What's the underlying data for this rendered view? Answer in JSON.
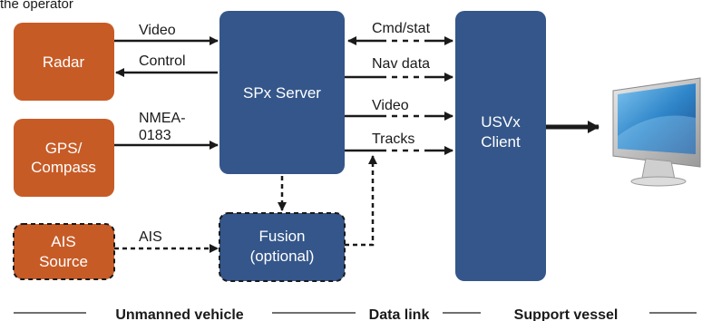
{
  "top_caption": "the operator",
  "nodes": {
    "radar": "Radar",
    "gps_line1": "GPS/",
    "gps_line2": "Compass",
    "ais_line1": "AIS",
    "ais_line2": "Source",
    "server": "SPx Server",
    "fusion_line1": "Fusion",
    "fusion_line2": "(optional)",
    "client_line1": "USVx",
    "client_line2": "Client"
  },
  "edge_labels": {
    "video_in": "Video",
    "control": "Control",
    "nmea_line1": "NMEA-",
    "nmea_line2": "0183",
    "ais": "AIS",
    "cmd_stat": "Cmd/stat",
    "nav_data": "Nav data",
    "video_out": "Video",
    "tracks": "Tracks"
  },
  "zones": {
    "unmanned": "Unmanned vehicle",
    "data_link": "Data link",
    "support": "Support vessel"
  },
  "icons": {
    "monitor": "monitor-icon"
  },
  "colors": {
    "orange": "#C75B26",
    "blue": "#34568A",
    "text": "#1a1a1a",
    "line": "#1a1a1a"
  }
}
